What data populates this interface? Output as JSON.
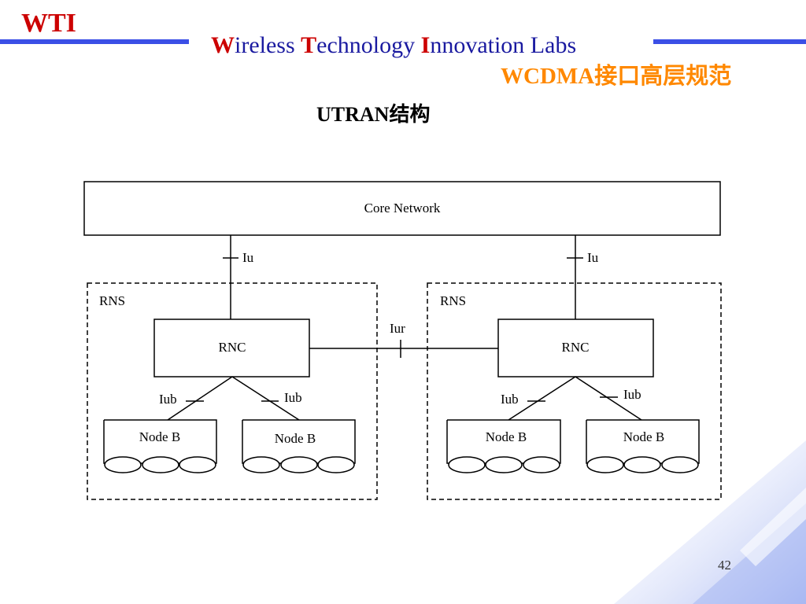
{
  "header": {
    "logo": "WTI",
    "lab_title": {
      "w": "W",
      "w_rest": "ireless ",
      "t": "T",
      "t_rest": "echnology ",
      "i": "I",
      "i_rest": "nnovation Labs"
    },
    "subtitle": "WCDMA接口高层规范"
  },
  "slide": {
    "title": "UTRAN结构",
    "page_number": "42"
  },
  "diagram": {
    "core_network": "Core Network",
    "rns_label": "RNS",
    "rnc_label": "RNC",
    "node_b_label": "Node B",
    "iu_label": "Iu",
    "iur_label": "Iur",
    "iub_label": "Iub"
  },
  "colors": {
    "logo": "#cc0000",
    "accent_bar": "#3b4fe6",
    "lab_title": "#1a1aa0",
    "subtitle": "#ff8800"
  }
}
